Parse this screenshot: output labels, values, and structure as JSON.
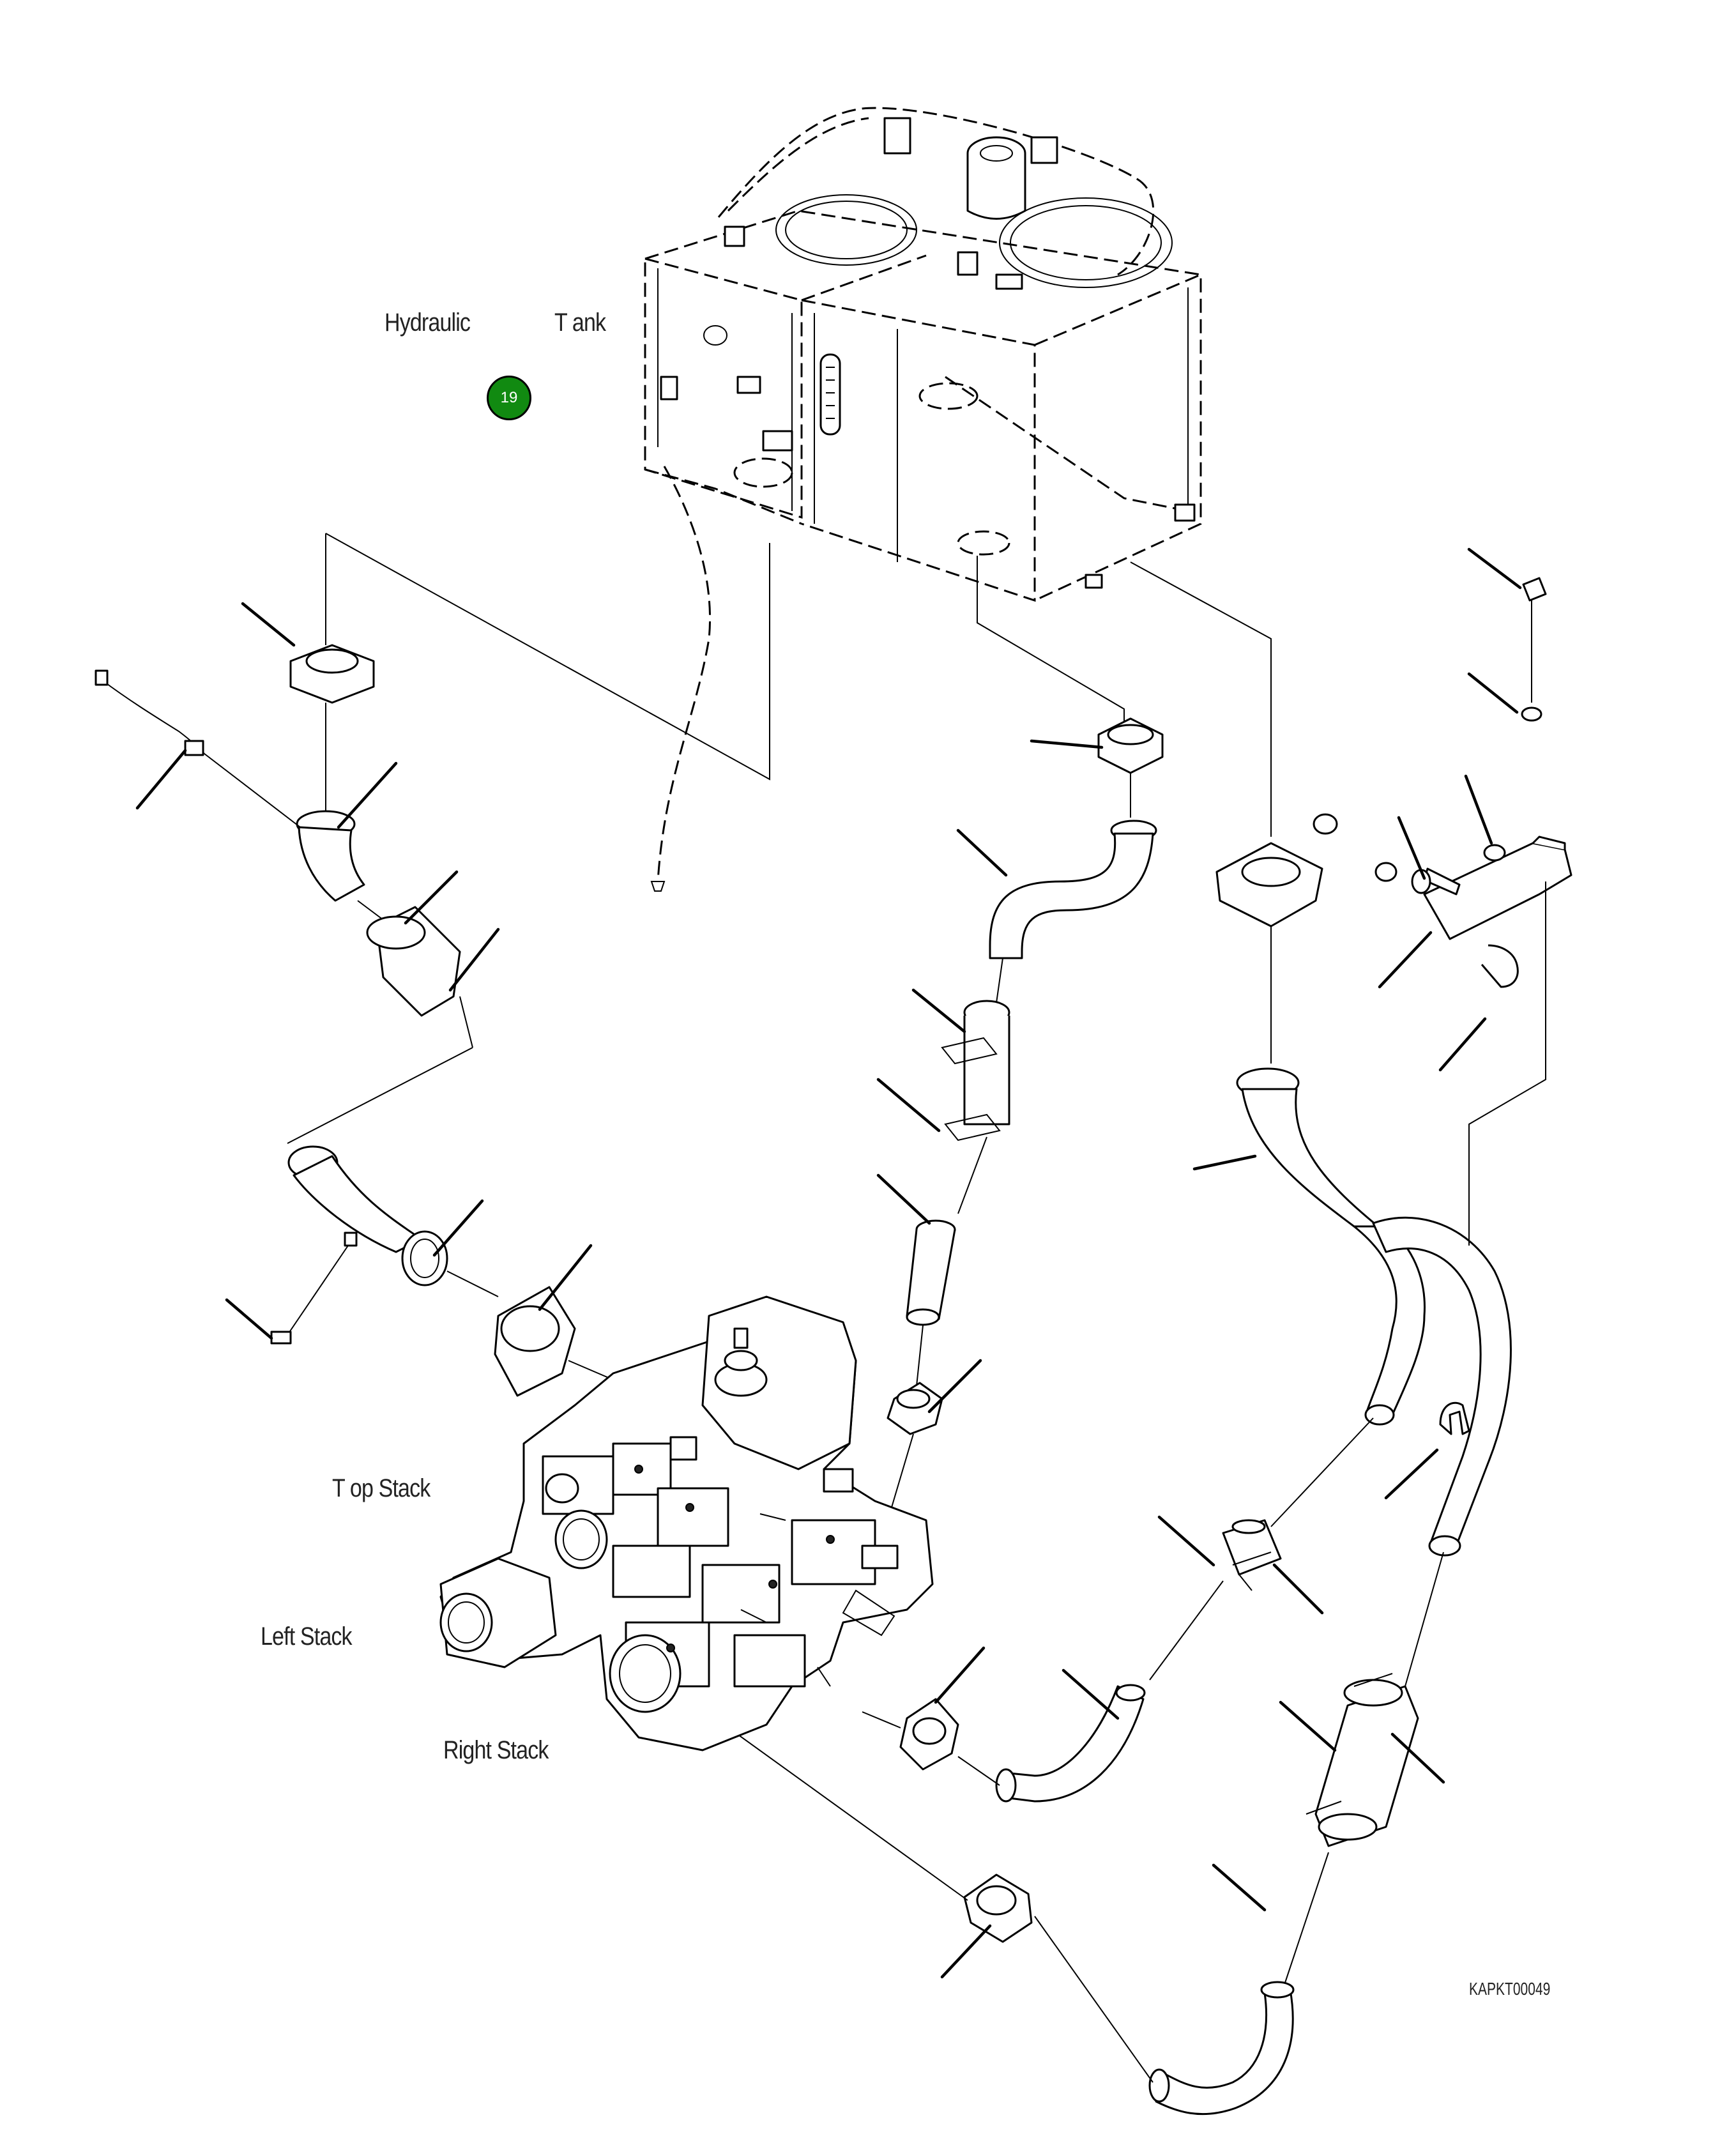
{
  "labels": {
    "hydraulic": "Hydraulic",
    "tank": "T ank",
    "top_stack": "T op Stack",
    "left_stack": "Left Stack",
    "right_stack": "Right Stack"
  },
  "callout": {
    "number": "19",
    "color": "#118a11"
  },
  "figure_code": "KAPKT00049"
}
